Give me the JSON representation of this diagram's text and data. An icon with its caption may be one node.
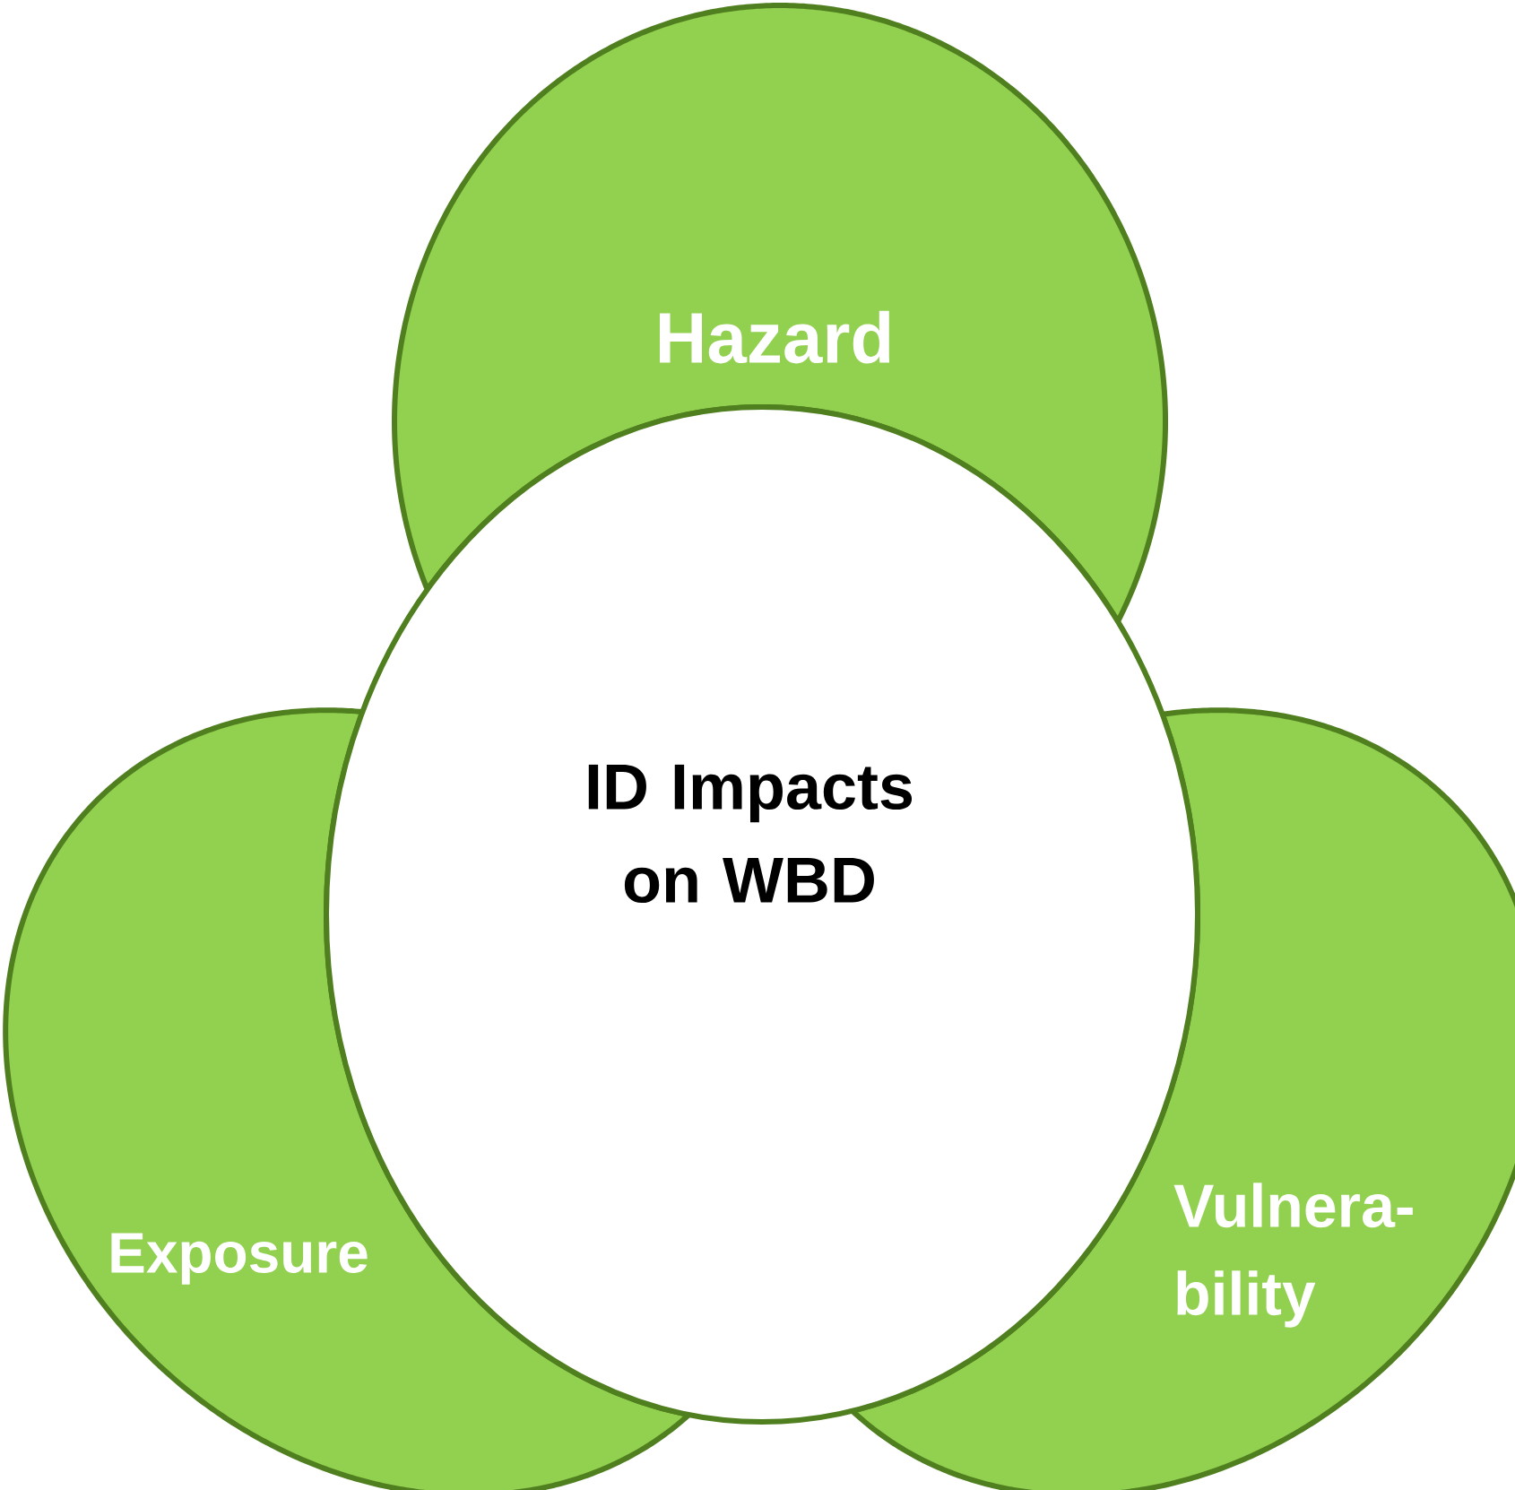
{
  "diagram": {
    "nodes": [
      {
        "text": [
          "Hazard"
        ]
      },
      {
        "text": [
          "ID Impacts on WBD"
        ]
      },
      {
        "text": [
          "Exposure"
        ]
      },
      {
        "text": [
          "Vulnera- bility"
        ]
      }
    ]
  }
}
